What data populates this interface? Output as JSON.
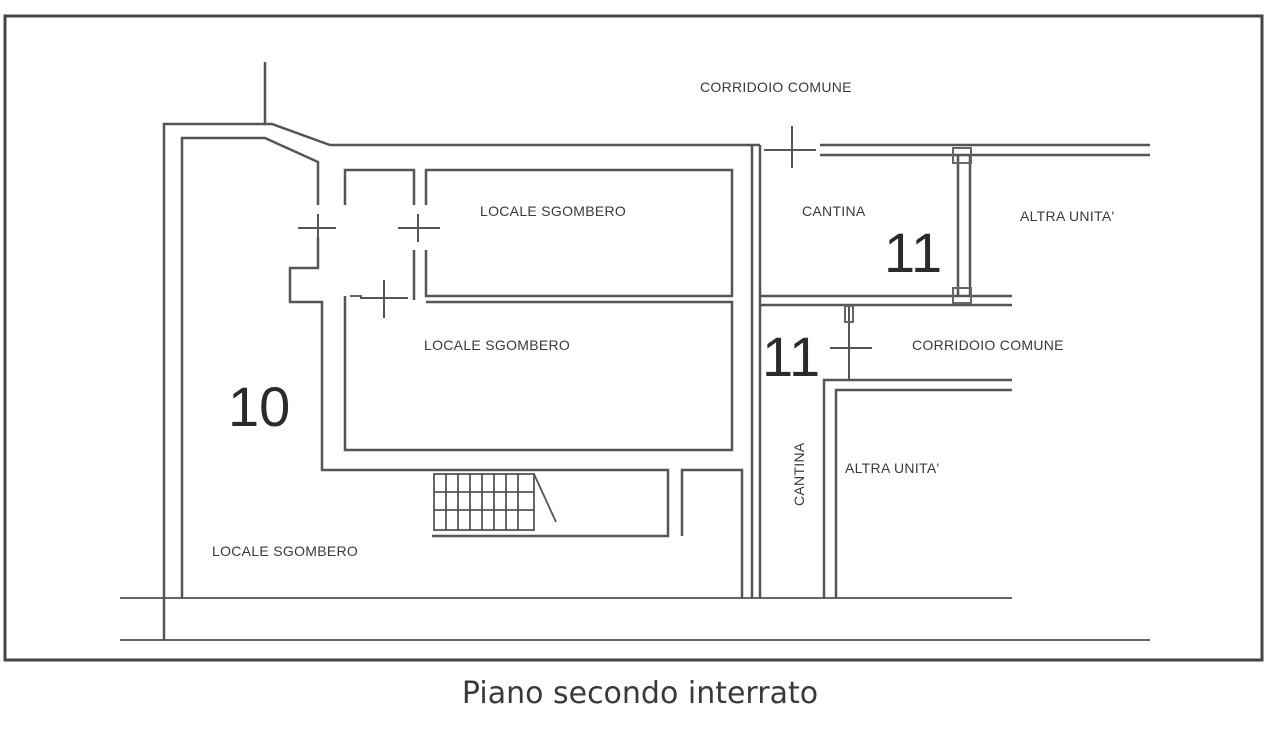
{
  "caption": "Piano secondo interrato",
  "labels": {
    "corridoio_top": "CORRIDOIO COMUNE",
    "corridoio_mid": "CORRIDOIO COMUNE",
    "locale_top": "LOCALE SGOMBERO",
    "locale_mid": "LOCALE SGOMBERO",
    "locale_bottom": "LOCALE SGOMBERO",
    "cantina_top": "CANTINA",
    "cantina_vertical": "CANTINA",
    "altra_unita_top": "ALTRA UNITA'",
    "altra_unita_bottom": "ALTRA UNITA'"
  },
  "units": {
    "unit_10": "10",
    "unit_11_top": "11",
    "unit_11_mid": "11"
  }
}
